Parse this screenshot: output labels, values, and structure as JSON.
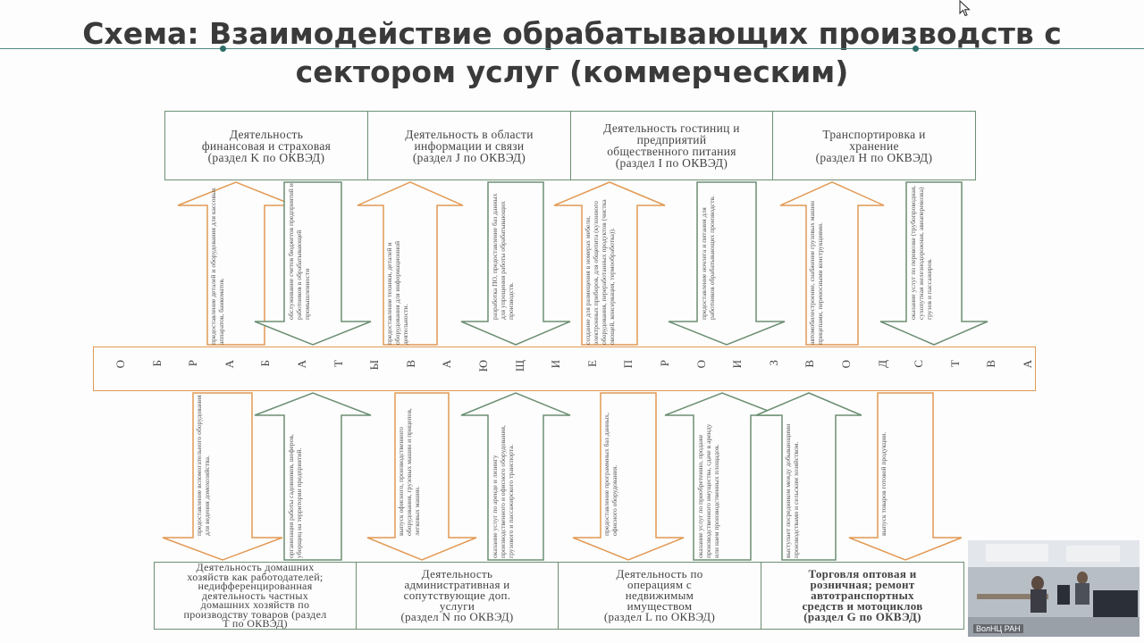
{
  "slide": {
    "title_line1": "Схема: Взаимодействие обрабатывающих производств с",
    "title_line2": "сектором услуг (коммерческим)",
    "accent_color": "#e29a55",
    "green_color": "#6c8f73"
  },
  "top_boxes": [
    {
      "line1": "Деятельность",
      "line2": "финансовая и страховая",
      "line3": "(раздел K по ОКВЭД)"
    },
    {
      "line1": "Деятельность в области",
      "line2": "информации и связи",
      "line3": "(раздел J по ОКВЭД)"
    },
    {
      "line1": "Деятельность гостиниц и",
      "line2": "предприятий",
      "line3": "общественного питания",
      "line4": "(раздел I по ОКВЭД)"
    },
    {
      "line1": "Транспортировка и",
      "line2": "хранение",
      "line3": "(раздел H по ОКВЭД)"
    }
  ],
  "bottom_boxes": [
    {
      "line1": "Деятельность домашних",
      "line2": "хозяйств как работодателей;",
      "line3": "недифференцированная",
      "line4": "деятельность частных",
      "line5": "домашних хозяйств по",
      "line6": "производству товаров (раздел",
      "line7": "T по ОКВЭД)"
    },
    {
      "line1": "Деятельность",
      "line2": "административная и",
      "line3": "сопутствующие доп.",
      "line4": "услуги",
      "line5": "(раздел N по ОКВЭД)"
    },
    {
      "line1": "Деятельность по",
      "line2": "операциям с",
      "line3": "недвижимым",
      "line4": "имуществом",
      "line5": "(раздел L по ОКВЭД)"
    },
    {
      "line1": "Торговля оптовая и",
      "line2": "розничная; ремонт",
      "line3": "автотранспортных",
      "line4": "средств и мотоциклов",
      "line5": "(раздел G по ОКВЭД)"
    }
  ],
  "band_letters": [
    "О",
    "Б",
    "Р",
    "А",
    "Б",
    "А",
    "Т",
    "Ы",
    "В",
    "А",
    "Ю",
    "Щ",
    "И",
    "Е",
    "П",
    "Р",
    "О",
    "И",
    "З",
    "В",
    "О",
    "Д",
    "С",
    "Т",
    "В",
    "А"
  ],
  "top_arrow_texts": [
    "предоставление деталей и оборудования для кассовых аппаратов, банкоматов.",
    "обслуживание счетов бюджетов предприятий и работников в обрабатывающей промышленности",
    "предоставление техники, деталей и оборудования для информационной деятельности.",
    "разработка ПО, предоставление баз данных для упрощения работы обрабатывающих производств.",
    "создание для размещения в номерах мебели, электронных приборов, для общепита (кухонного оборудования, переработанных продуктов (чистка овощей, консервация, термообработка)).",
    "предоставление ночлега и питания для работников обрабатывающих производств.",
    "автомобилестроение, снабжение грузовых машин прицепами, переносными конструкциями.",
    "оказание услуг по перевозке (трубопроводная, сухопутная железнодорожная, авиаперевозка) грузов и пассажиров."
  ],
  "bottom_arrow_texts": [
    "предоставление вспомогательного оборудования для ведения домохозяйства.",
    "организация работы садовников, шоферов, уборщиц на территории предприятий.",
    "выпуск офисного, производственного оборудования, грузовых машин и прицепов, легковых машин.",
    "оказание услуг по аренде и лизингу производственного и офисного оборудования, грузового и пассажирского транспорта.",
    "предоставление программных баз данных, офисного оборудования.",
    "оказание услуг по приобретению, продаже производственного имущества, сдаче в аренду или наем производственных площадок.",
    "выступает посредником между добывающими производствами и сельским хозяйством.",
    "выпуск товаров готовой продукции."
  ],
  "webcam": {
    "label": "ВолНЦ РАН"
  }
}
